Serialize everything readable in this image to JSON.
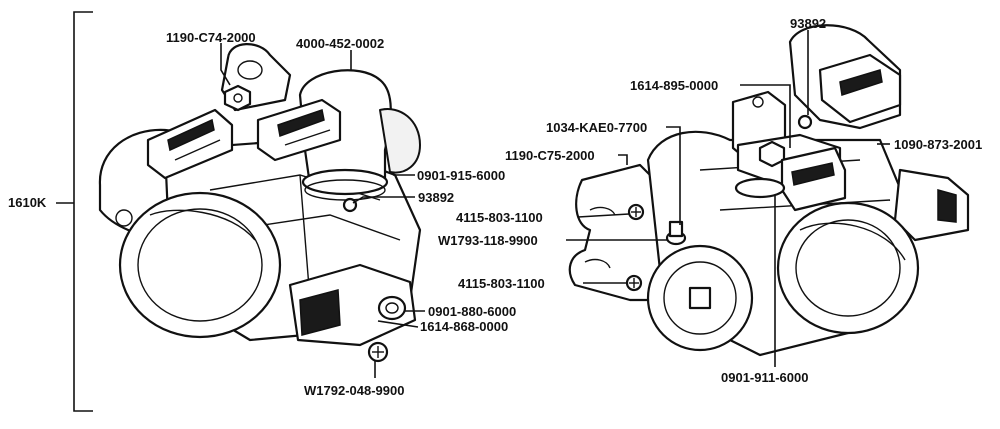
{
  "assembly": {
    "part_number": "1610K"
  },
  "left_unit": {
    "labels": {
      "bracket_top": "1190-C74-2000",
      "idle_air_valve": "4000-452-0002",
      "o_ring_upper": "0901-915-6000",
      "screw_upper": "93892",
      "o_ring_sensor": "0901-880-6000",
      "sensor": "1614-868-0000",
      "sensor_screw": "W1792-048-9900"
    }
  },
  "right_unit": {
    "labels": {
      "top_screw": "93892",
      "map_sensor": "1614-895-0000",
      "sensor_bracket": "1034-KAE0-7700",
      "right_connector": "1090-873-2001",
      "side_bracket": "1190-C75-2000",
      "bracket_screw_upper": "4115-803-1100",
      "bracket_washer": "W1793-118-9900",
      "bracket_screw_lower": "4115-803-1100",
      "lower_o_ring": "0901-911-6000"
    }
  },
  "colors": {
    "ink": "#111111",
    "paper": "#ffffff"
  }
}
